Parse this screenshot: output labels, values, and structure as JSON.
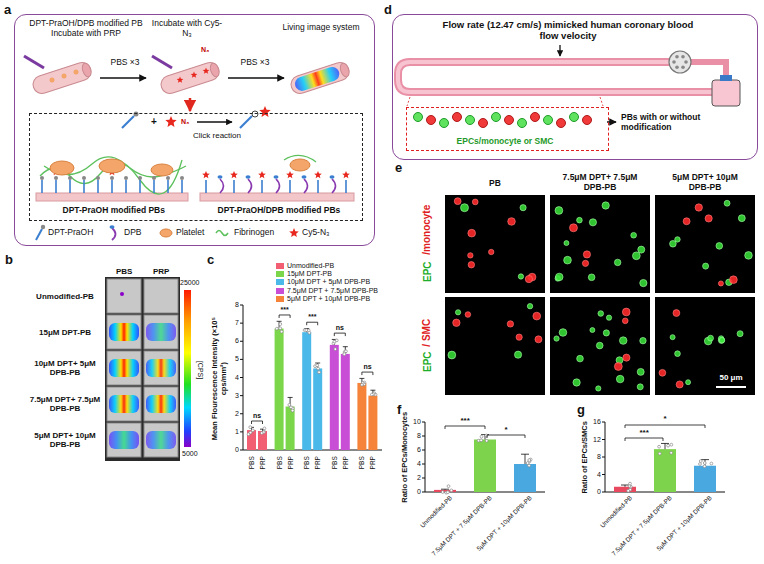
{
  "diagram": {
    "nodes": [
      {
        "text": [
          "a",
          "DPT-PraOH/DPB modified PB Incubate with PRP",
          "Incubate with Cy5-N₃",
          "Living image system",
          "PBS ×3",
          "PBS ×3"
        ]
      },
      {
        "text": [
          "Click reaction",
          "DPT-PraOH modified PBs",
          "DPT-PraOH/DPB modified PBs"
        ],
        "in": 0
      },
      {
        "text": [
          "d",
          "Flow rate (12.47 cm/s) mimicked human coronary blood flow velocity",
          "PBs with or without modification"
        ]
      },
      {
        "text": [
          "EPCs/monocyte or SMC"
        ],
        "in": 2
      }
    ],
    "labels": [
      "b",
      "PBS",
      "PRP",
      "Unmodified-PB",
      "15μM DPT-PB",
      "10μM DPT+ 5μM DPB-PB",
      "7.5μM DPT+ 7.5μM DPB-PB",
      "5μM DPT+ 10μM DPB-PB",
      "25000",
      "[CPS]",
      "5000",
      "c",
      "Mean Flourescence Intensity (×10⁵ cps/mm²)",
      "0",
      "1",
      "2",
      "3",
      "4",
      "5",
      "6",
      "7",
      "8",
      "PBS",
      "PRP",
      "PBS",
      "PRP",
      "PBS",
      "PRP",
      "PBS",
      "PRP",
      "PBS",
      "PRP",
      "ns",
      "***",
      "***",
      "ns",
      "ns",
      "e",
      "PB",
      "7.5μM DPT+ 7.5μM DPB-PB",
      "5μM DPT+ 10μM DPB-PB",
      "EPC",
      "/monocyte",
      "EPC",
      "/ SMC",
      "50 μm",
      "f",
      "Ratio of EPCs/Monocytes",
      "0",
      "2",
      "4",
      "6",
      "8",
      "10",
      "Unmodified-PB",
      "7.5μM DPT + 7.5μM DPB-PB",
      "5μM DPT + 10μM DPB-PB",
      "***",
      "*",
      "g",
      "Ratio of EPCs/SMCs",
      "0",
      "4",
      "8",
      "12",
      "16",
      "Unmodified-PB",
      "7.5μM DPT + 7.5μM DPB-PB",
      "5μM DPT + 10μM DPB-PB",
      "***",
      "*",
      "N₃",
      "N₃",
      "+"
    ],
    "legend": [
      {
        "text": "Unmodified-PB",
        "color": "#f25e72"
      },
      {
        "text": "15μM DPT-PB",
        "color": "#7cd64a"
      },
      {
        "text": "10μM DPT + 5μM DPB-PB",
        "color": "#4ab8e8"
      },
      {
        "text": "7.5μM DPT + 7.5μM DPB-PB",
        "color": "#c94ed6"
      },
      {
        "text": "5μM DPT + 10μM DPB-PB",
        "color": "#f5843a"
      },
      {
        "text": "DPT-PraOH"
      },
      {
        "text": "DPB"
      },
      {
        "text": "Platelet"
      },
      {
        "text": "Fibrinogen"
      },
      {
        "text": "Cy5-N₃"
      }
    ]
  }
}
